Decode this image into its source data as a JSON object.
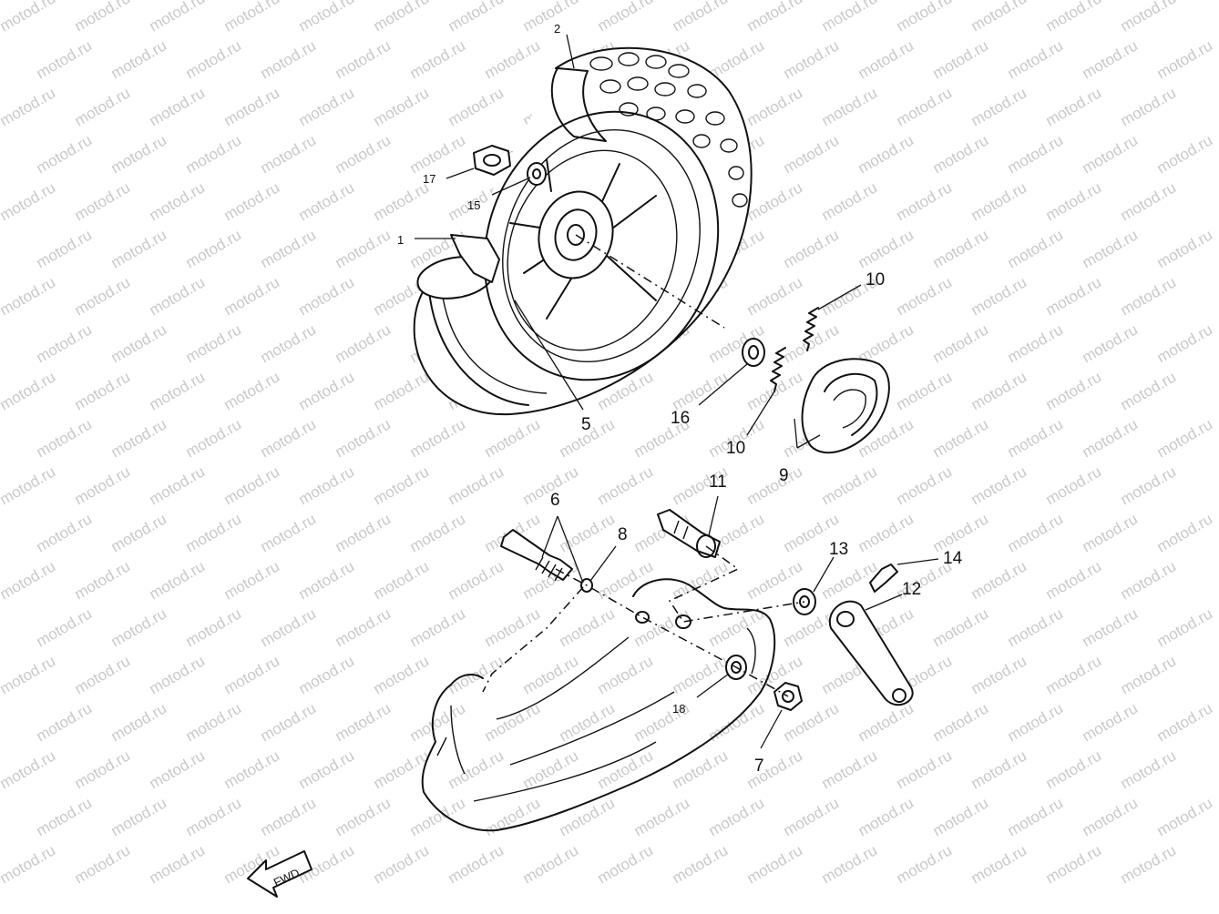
{
  "watermark": {
    "text": "motod.ru",
    "color": "#c9c9c9"
  },
  "callouts": {
    "p1": "1",
    "p2": "2",
    "p5": "5",
    "p6": "6",
    "p7": "7",
    "p8": "8",
    "p9": "9",
    "p10a": "10",
    "p10b": "10",
    "p11": "11",
    "p12": "12",
    "p13": "13",
    "p14": "14",
    "p15": "15",
    "p16": "16",
    "p17": "17",
    "p18": "18"
  },
  "fwd_badge": {
    "text": "FWD"
  }
}
